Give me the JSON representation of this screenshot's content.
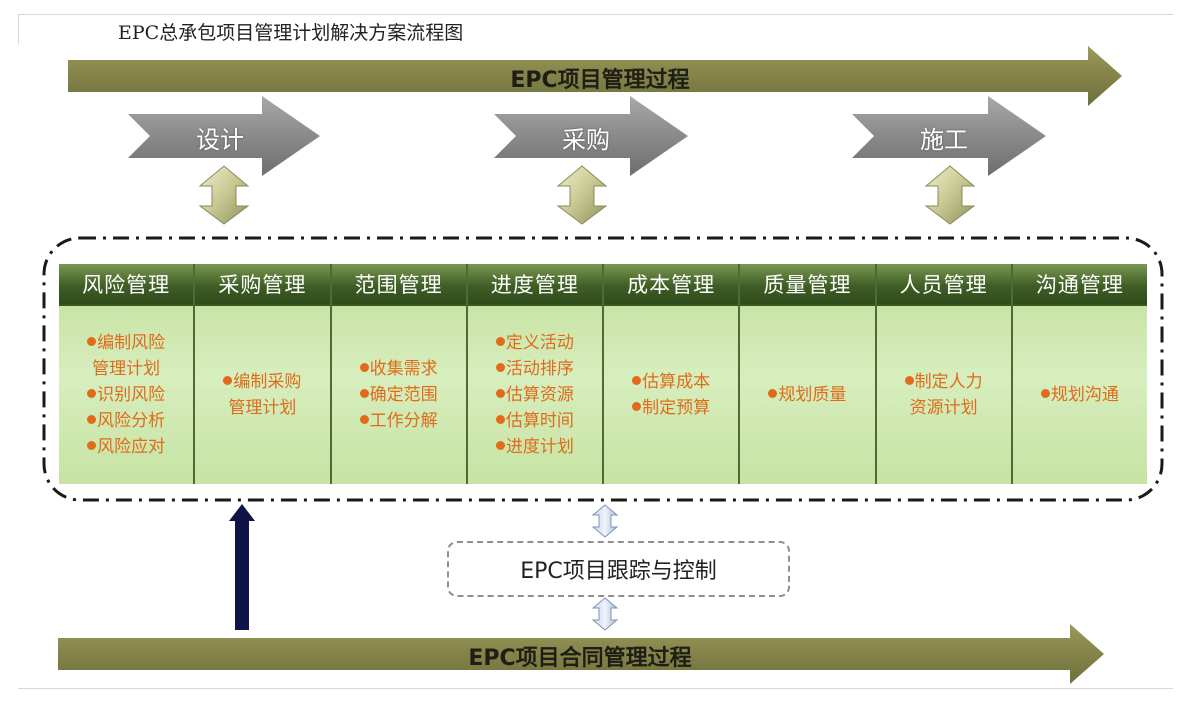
{
  "title": "EPC总承包项目管理计划解决方案流程图",
  "top_banner": "EPC项目管理过程",
  "bottom_banner": "EPC项目合同管理过程",
  "phases": [
    "设计",
    "采购",
    "施工"
  ],
  "columns": [
    {
      "header": "风险管理",
      "items": [
        [
          "编制风险",
          "管理计划"
        ],
        [
          "识别风险"
        ],
        [
          "风险分析"
        ],
        [
          "风险应对"
        ]
      ]
    },
    {
      "header": "采购管理",
      "items": [
        [
          "编制采购",
          "管理计划"
        ]
      ]
    },
    {
      "header": "范围管理",
      "items": [
        [
          "收集需求"
        ],
        [
          "确定范围"
        ],
        [
          "工作分解"
        ]
      ]
    },
    {
      "header": "进度管理",
      "items": [
        [
          "定义活动"
        ],
        [
          "活动排序"
        ],
        [
          "估算资源"
        ],
        [
          "估算时间"
        ],
        [
          "进度计划"
        ]
      ]
    },
    {
      "header": "成本管理",
      "items": [
        [
          "估算成本"
        ],
        [
          "制定预算"
        ]
      ]
    },
    {
      "header": "质量管理",
      "items": [
        [
          "规划质量"
        ]
      ]
    },
    {
      "header": "人员管理",
      "items": [
        [
          "制定人力",
          "资源计划"
        ]
      ]
    },
    {
      "header": "沟通管理",
      "items": [
        [
          "规划沟通"
        ]
      ]
    }
  ],
  "tracking": "EPC项目跟踪与控制",
  "colors": {
    "banner": "#8a8a4a",
    "phase_arrow": "#8c8c8c",
    "column_header": "#3f5e25",
    "column_body": "#d0e8b2",
    "item_text": "#e06b1a",
    "up_arrow": "#0f1446"
  }
}
